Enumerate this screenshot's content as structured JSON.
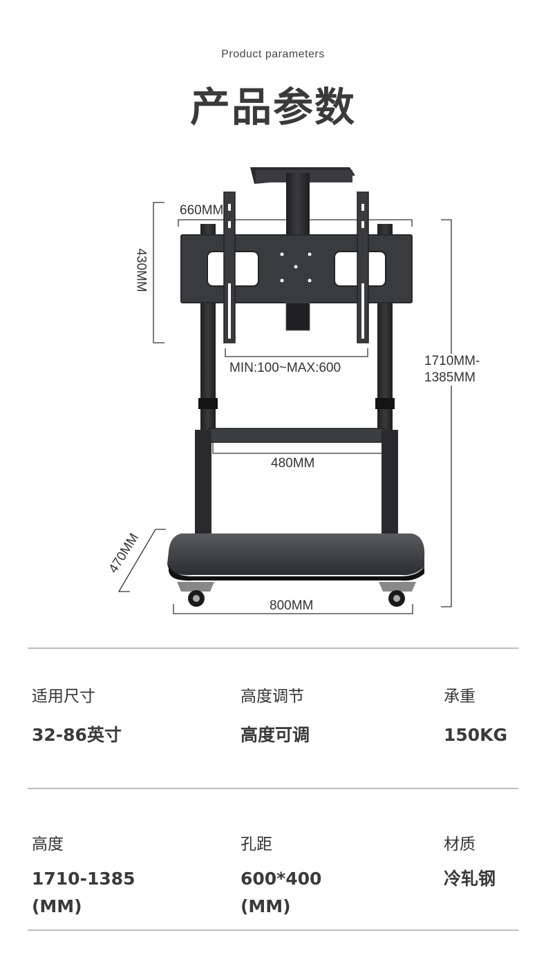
{
  "header": {
    "subtitle": "Product parameters",
    "title": "产品参数"
  },
  "dimensions": {
    "width_top": "660MM",
    "height_top": "430MM",
    "vesa_range": "MIN:100~MAX:600",
    "total_height_1": "1710MM-",
    "total_height_2": "1385MM",
    "shelf_width": "480MM",
    "base_depth": "470MM",
    "base_width": "800MM"
  },
  "specs": {
    "row1": [
      {
        "label": "适用尺寸",
        "value": "32-86英寸"
      },
      {
        "label": "高度调节",
        "value": "高度可调"
      },
      {
        "label": "承重",
        "value": "150KG"
      }
    ],
    "row2": [
      {
        "label": "高度",
        "value_line1": "1710-1385",
        "value_line2": "(MM)"
      },
      {
        "label": "孔距",
        "value_line1": "600*400",
        "value_line2": "(MM)"
      },
      {
        "label": "材质",
        "value_line1": "冷轧钢",
        "value_line2": ""
      }
    ]
  },
  "colors": {
    "metal": "#2f2f31",
    "metal_light": "#4a4a4d",
    "line": "#333333"
  }
}
